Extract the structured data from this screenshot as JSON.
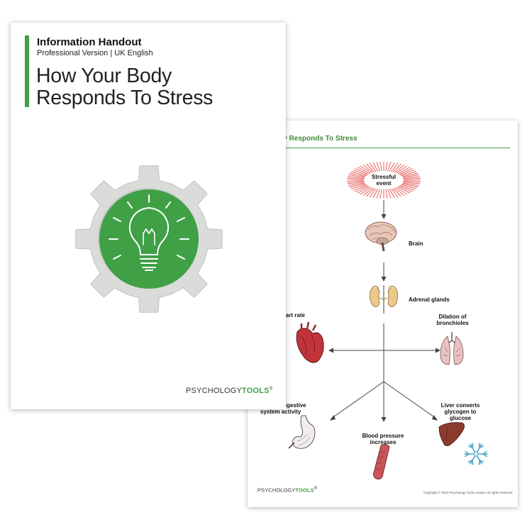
{
  "cover": {
    "document_type": "Information Handout",
    "version": "Professional Version | UK English",
    "title_line1": "How Your Body",
    "title_line2": "Responds To Stress",
    "brand_plain": "PSYCHOLOGY",
    "brand_bold": "TOOLS",
    "brand_mark": "®",
    "icon": "lightbulb-in-gear-icon"
  },
  "diagram_page": {
    "header": "ur Body Responds To Stress",
    "nodes": {
      "stressful_event_1": "Stressful",
      "stressful_event_2": "event",
      "brain": "Brain",
      "adrenal": "Adrenal glands",
      "heart": "creased heart rate",
      "bronchioles_1": "Dilation of",
      "bronchioles_2": "bronchioles",
      "digestive_1": "ecreased digestive",
      "digestive_2": "system activity",
      "blood_pressure_1": "Blood pressure",
      "blood_pressure_2": "increases",
      "liver_1": "Liver converts",
      "liver_2": "glycogen to",
      "liver_3": "glucose"
    },
    "icons": [
      "brain-icon",
      "adrenal-glands-icon",
      "heart-icon",
      "lungs-icon",
      "stomach-icon",
      "blood-vessel-icon",
      "liver-icon",
      "glucose-crystal-icon"
    ],
    "brand_plain": "PSYCHOLOGY",
    "brand_bold": "TOOLS",
    "brand_mark": "®",
    "copyright": "Copyright © 2024 Psychology Tools Limited. All rights reserved."
  },
  "colors": {
    "accent_green": "#3fa046",
    "burst_red": "#e03a3a",
    "gear_grey": "#d9dcd9"
  }
}
